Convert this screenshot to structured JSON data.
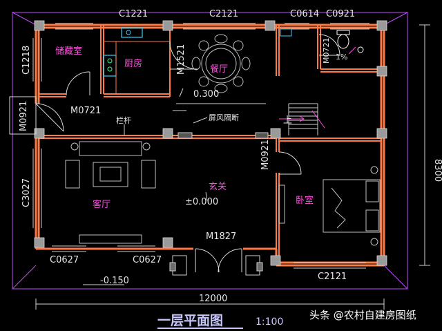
{
  "colors": {
    "wall": "#ff7a45",
    "wall_inner": "#b0b0b0",
    "column": "#9a9a9a",
    "dim": "#d2d2d2",
    "room_label": "#ff4de0",
    "outline": "#c04cff",
    "furniture": "#bfbfbf",
    "window": "#36d2ff",
    "title": "#c8c8ff"
  },
  "windows": {
    "c1221": "C1221",
    "c2121_top": "C2121",
    "c0614": "C0614",
    "c0921": "C0921",
    "c1218": "C1218",
    "c3027": "C3027",
    "c0627_left": "C0627",
    "c0627_right": "C0627",
    "c2121_bottom": "C2121"
  },
  "doors": {
    "m0721": "M0721",
    "m0921_left": "M0921",
    "m1521": "M1521",
    "m0721_bath": "M0721",
    "m0921_bed": "M0921",
    "m1827": "M1827"
  },
  "rooms": {
    "storage": "储藏室",
    "kitchen": "厨房",
    "dining": "餐厅",
    "living": "客厅",
    "foyer": "玄关",
    "bedroom": "卧室"
  },
  "annotations": {
    "railing": "栏杆",
    "screen_partition": "屏风隔断",
    "up": "上",
    "elev_dining": "0.300",
    "elev_foyer": "±0.000",
    "elev_outside": "-0.150",
    "slope": "1%",
    "dim_width": "12000",
    "dim_depth": "8300"
  },
  "title": {
    "main": "一层平面图",
    "scale": "1:100"
  },
  "watermark": {
    "text": "头条 @农村自建房图纸"
  }
}
